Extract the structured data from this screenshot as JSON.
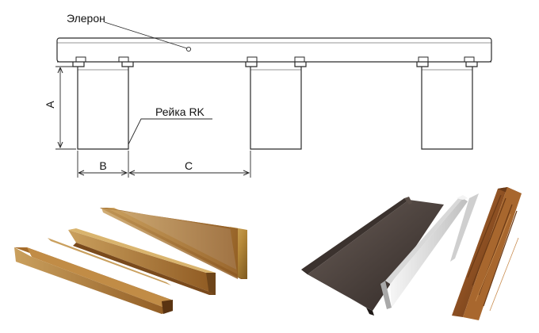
{
  "drawing": {
    "callouts": {
      "aileron": "Элерон",
      "rail": "Рейка RK"
    },
    "dimensions": {
      "height": "A",
      "width": "B",
      "gap": "C"
    }
  },
  "photos": {
    "left": {
      "subject": "three-copper-gold-u-channel-rails"
    },
    "right": {
      "subject": "three-u-channel-rails-dark-white-wood"
    }
  },
  "colors": {
    "line": "#2a2a2a",
    "copper": "#b77b31",
    "gold": "#c99a3b",
    "dark": "#4a3f3a",
    "white": "#e6e6e6",
    "wood": "#9a5a2a"
  }
}
